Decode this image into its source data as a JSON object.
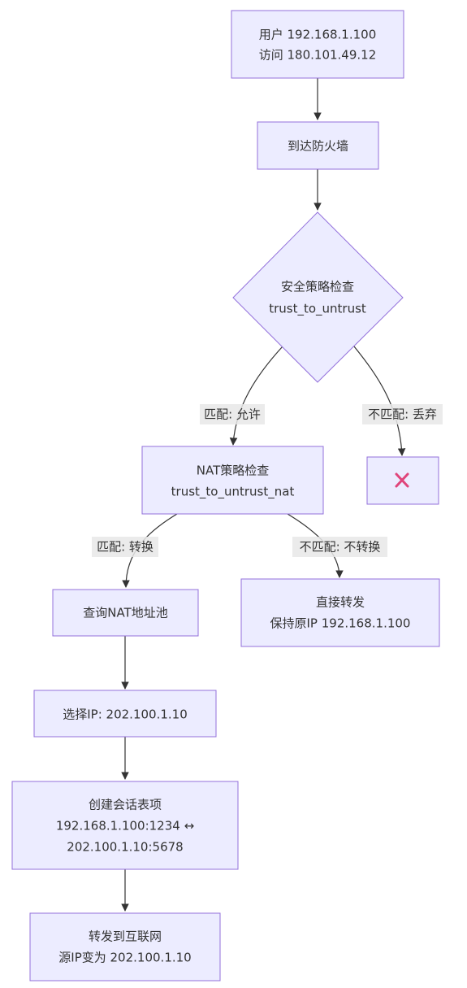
{
  "nodes": {
    "user_request": {
      "line1": "用户 192.168.1.100",
      "line2": "访问 180.101.49.12"
    },
    "reach_firewall": {
      "line1": "到达防火墙"
    },
    "security_policy": {
      "line1": "安全策略检查",
      "line2": "trust_to_untrust"
    },
    "drop_result": {
      "symbol": "❌",
      "icon": "cross-icon"
    },
    "nat_policy": {
      "line1": "NAT策略检查",
      "line2": "trust_to_untrust_nat"
    },
    "query_pool": {
      "line1": "查询NAT地址池"
    },
    "direct_forward": {
      "line1": "直接转发",
      "line2": "保持原IP 192.168.1.100"
    },
    "select_ip": {
      "line1": "选择IP: 202.100.1.10"
    },
    "create_session": {
      "line1": "创建会话表项",
      "line2": "192.168.1.100:1234 ↔",
      "line3": "202.100.1.10:5678"
    },
    "forward_internet": {
      "line1": "转发到互联网",
      "line2": "源IP变为 202.100.1.10"
    }
  },
  "edges": {
    "match_allow": "匹配: 允许",
    "nomatch_drop": "不匹配: 丢弃",
    "match_translate": "匹配: 转换",
    "nomatch_notranslate": "不匹配: 不转换"
  },
  "colors": {
    "node_fill": "#ECECFF",
    "node_stroke": "#9370DB",
    "edge": "#333333",
    "label_bg": "#E8E8E8",
    "cross": "#E0457B"
  }
}
